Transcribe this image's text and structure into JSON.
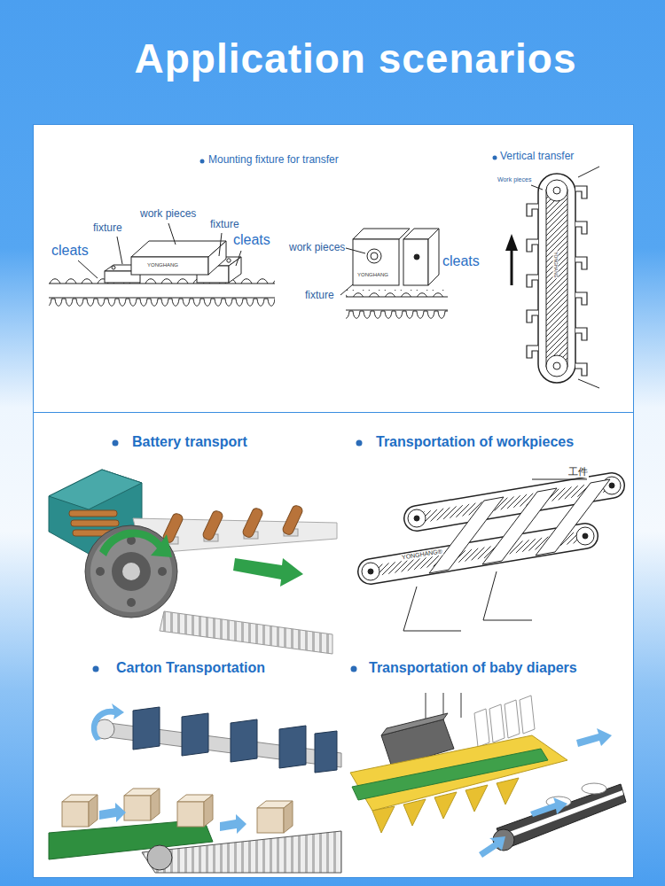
{
  "diagram": {
    "title": "Application scenarios",
    "labels": [
      "Mounting fixture for transfer",
      "Vertical transfer",
      "work pieces",
      "fixture",
      "fixture",
      "cleats",
      "cleats",
      "YONGHANG",
      "work pieces",
      "cleats",
      "YONGHANG",
      "fixture",
      "Work pieces",
      "YONGHANG",
      "Battery transport",
      "Transportation of workpieces",
      "工件",
      "YONGHANG®",
      "Carton Transportation",
      "Transportation of baby diapers"
    ]
  }
}
